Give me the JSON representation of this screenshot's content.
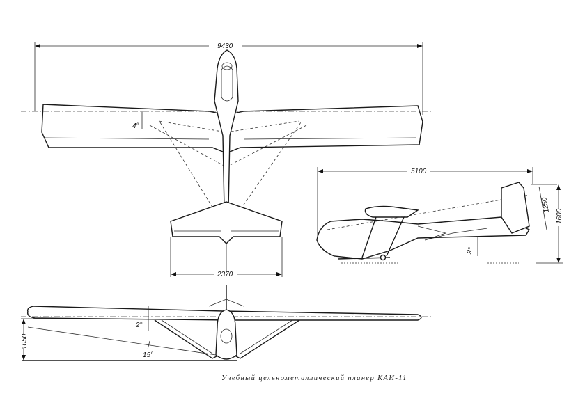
{
  "drawing": {
    "title": "Учебный цельнометаллический планер КАИ-11",
    "views": {
      "top": {
        "wingspan_label": "9430",
        "dihedral_label": "4°",
        "tail_span_label": "2370"
      },
      "side": {
        "length_label": "5100",
        "tail_height_label": "1250",
        "overall_height_label": "1600",
        "ground_angle_label": "9°"
      },
      "front": {
        "height_label": "1050",
        "dihedral_label": "2°",
        "strut_angle_label": "15°"
      }
    }
  },
  "colors": {
    "ink": "#1a1a1a",
    "paper": "#ffffff"
  }
}
